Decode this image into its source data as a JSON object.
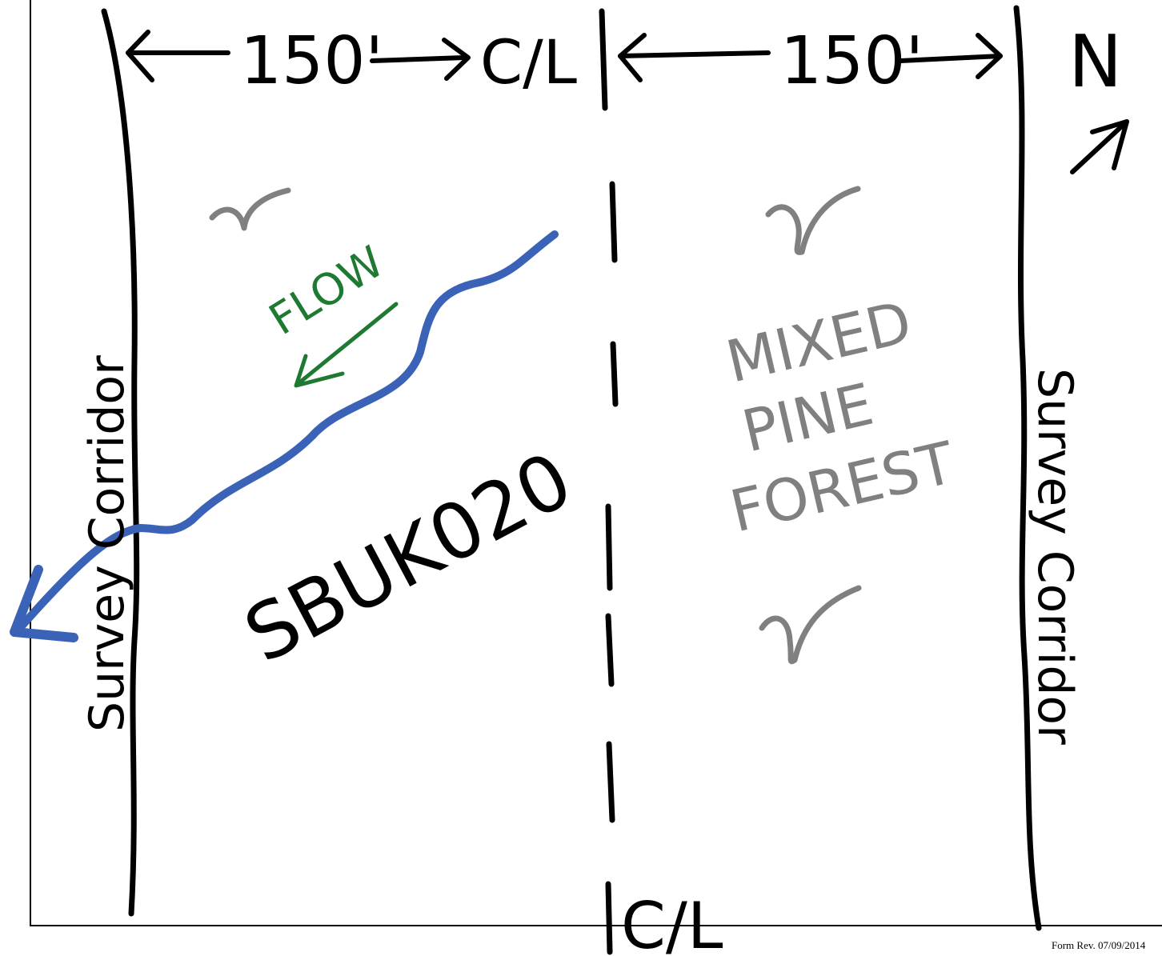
{
  "sketch": {
    "width_left_label": "150'",
    "width_right_label": "150'",
    "centerline_top_label": "C/L",
    "centerline_bottom_label": "C/L",
    "north_label": "N",
    "flow_label": "FLOW",
    "feature_id": "SBUK020",
    "habitat_label_lines": [
      "MIXED",
      "PINE",
      "FOREST"
    ],
    "left_boundary_label": "Survey Corridor",
    "right_boundary_label": "Survey Corridor",
    "vegetation_symbol": "v",
    "vegetation_symbol_count": 3
  },
  "colors": {
    "ink": "#000000",
    "stream": "#3a63b8",
    "flow": "#1e7a32",
    "vegetation": "#808080"
  },
  "footer": {
    "form_revision": "Form Rev. 07/09/2014"
  }
}
